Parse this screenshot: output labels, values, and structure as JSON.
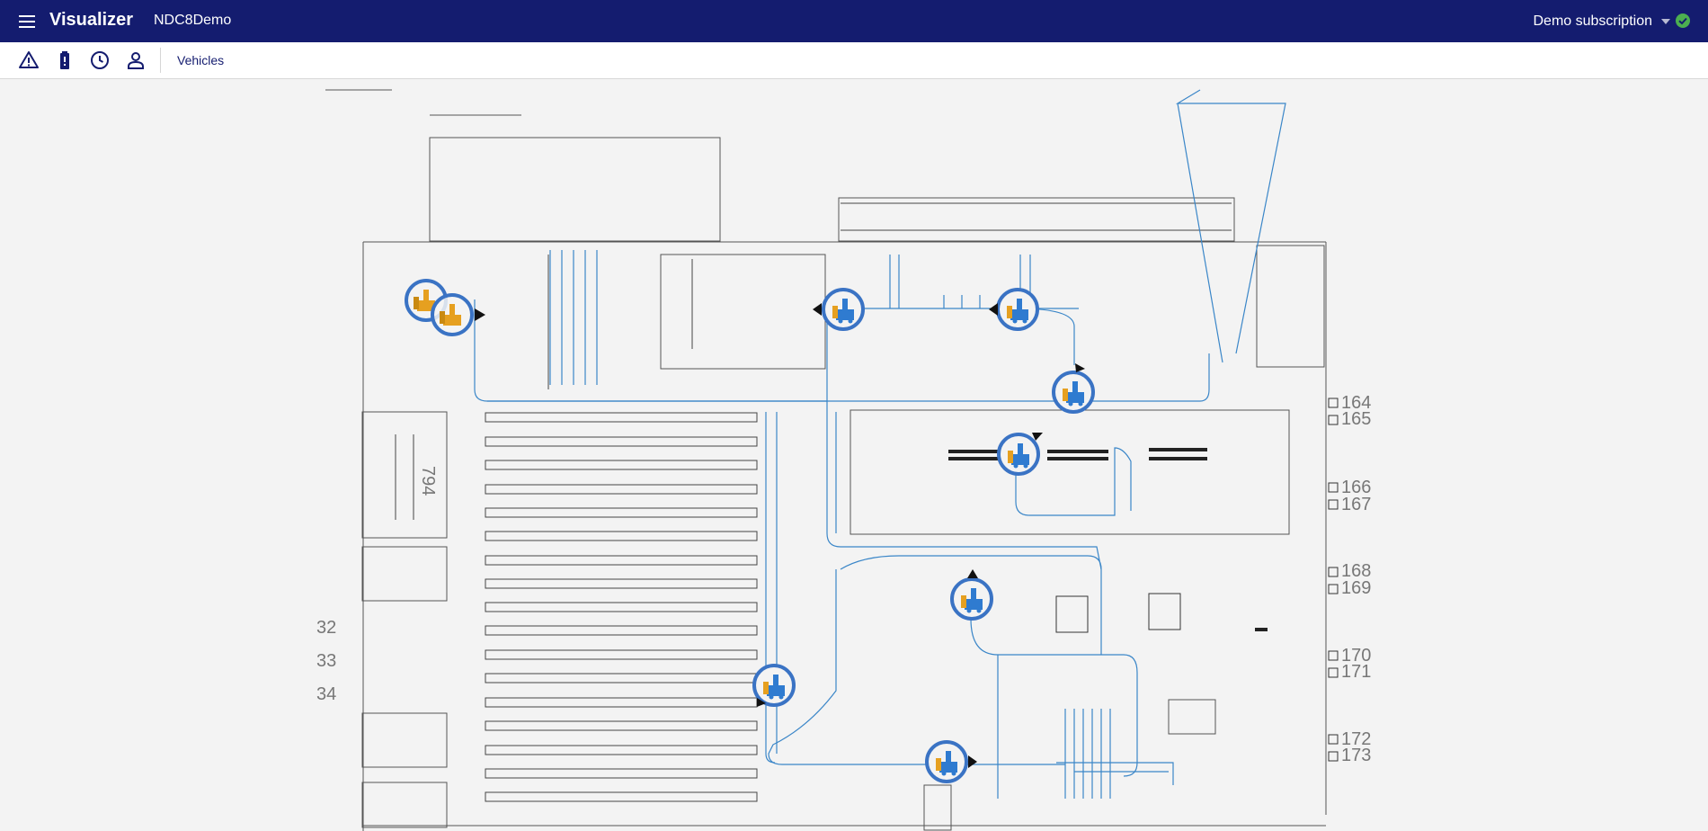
{
  "header": {
    "title": "Visualizer",
    "project": "NDC8Demo",
    "subscription": "Demo subscription"
  },
  "toolbar": {
    "tools": [
      "alarm-icon",
      "battery-icon",
      "clock-icon",
      "person-icon"
    ],
    "vehicles_link": "Vehicles"
  },
  "map": {
    "route_color": "#3a86c8",
    "vehicle_ring_color": "#3a73c4",
    "active_vehicle_color": "#2f7bd0",
    "idle_vehicle_color": "#e0a020",
    "labels": {
      "station_164": "164",
      "station_165": "165",
      "station_166": "166",
      "station_167": "167",
      "station_168": "168",
      "station_169": "169",
      "station_170": "170",
      "station_171": "171",
      "station_172": "172",
      "station_173": "173",
      "dock_32": "32",
      "dock_33": "33",
      "dock_34": "34",
      "block_794": "794"
    }
  }
}
